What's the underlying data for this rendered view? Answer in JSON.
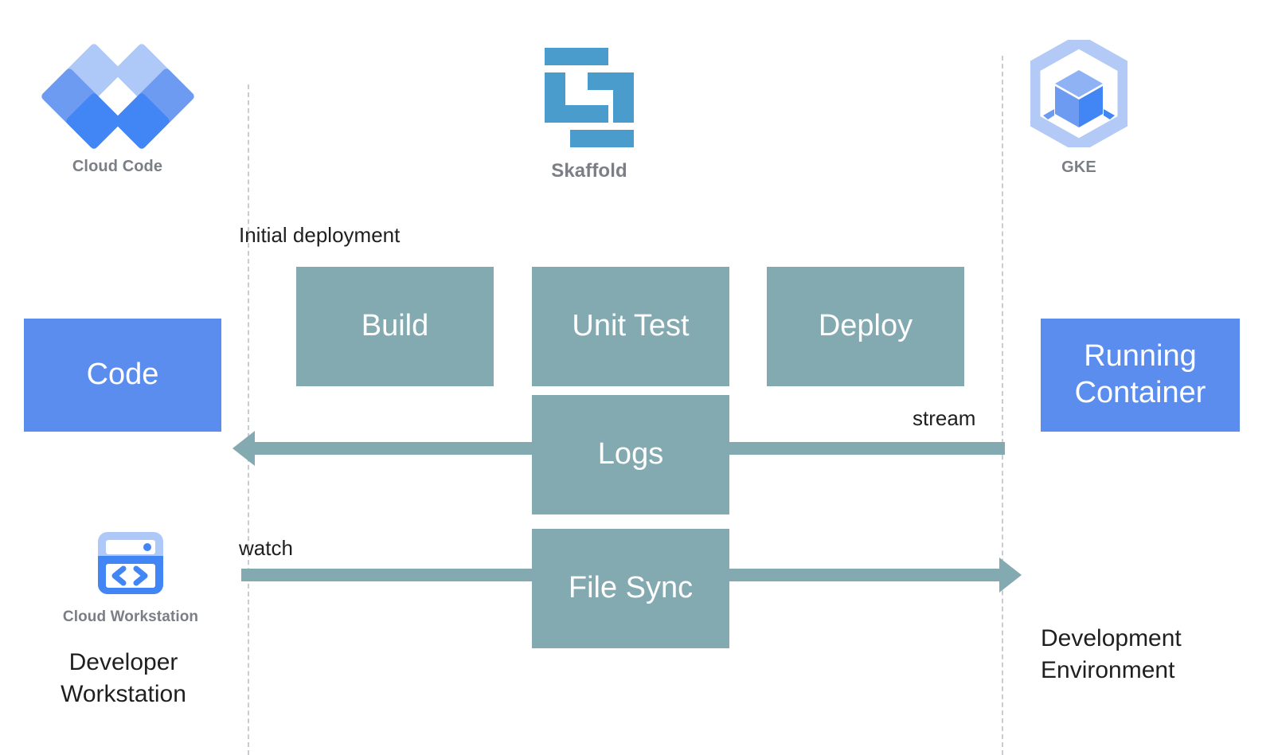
{
  "diagram": {
    "title": "Skaffold development loop with Cloud Code, Cloud Workstation and GKE",
    "colors": {
      "stage_box": "#84aab1",
      "endpoint_box": "#5b8def",
      "boundary_line": "#c9ccd1",
      "arrow": "#84aab1",
      "caption_text": "#7b7f85",
      "label_text": "#1f1f1f",
      "skaffold_blue": "#4a9ccd",
      "google_blue": "#4285f4",
      "light_blue": "#aec9f8",
      "background": "#ffffff"
    }
  },
  "logos": [
    {
      "id": "cloud-code",
      "caption": "Cloud Code",
      "icon": "cloud-code-diamonds-icon",
      "caption_size": "20px"
    },
    {
      "id": "skaffold",
      "caption": "Skaffold",
      "icon": "skaffold-logo-icon",
      "caption_size": "24px"
    },
    {
      "id": "gke",
      "caption": "GKE",
      "icon": "gke-hexagon-cube-icon",
      "caption_size": "20px"
    },
    {
      "id": "cloud-workstation",
      "caption": "Cloud Workstation",
      "icon": "cloud-workstation-code-icon",
      "caption_size": "19px"
    }
  ],
  "stages": [
    {
      "id": "build",
      "label": "Build"
    },
    {
      "id": "unit-test",
      "label": "Unit Test"
    },
    {
      "id": "deploy",
      "label": "Deploy"
    },
    {
      "id": "logs",
      "label": "Logs"
    },
    {
      "id": "file-sync",
      "label": "File Sync"
    }
  ],
  "endpoints": [
    {
      "id": "code",
      "label": "Code"
    },
    {
      "id": "running-container",
      "label": "Running\nContainer"
    }
  ],
  "flow_labels": {
    "initial_deployment": "Initial deployment",
    "stream": "stream",
    "watch": "watch"
  },
  "environments": {
    "left": "Developer\nWorkstation",
    "right": "Development\nEnvironment"
  },
  "arrows": [
    {
      "id": "logs-arrow",
      "direction": "left",
      "label": "stream",
      "from": "Running Container",
      "to": "Code"
    },
    {
      "id": "file-sync-arrow",
      "direction": "right",
      "label": "watch",
      "from": "Code",
      "to": "Running Container"
    }
  ]
}
